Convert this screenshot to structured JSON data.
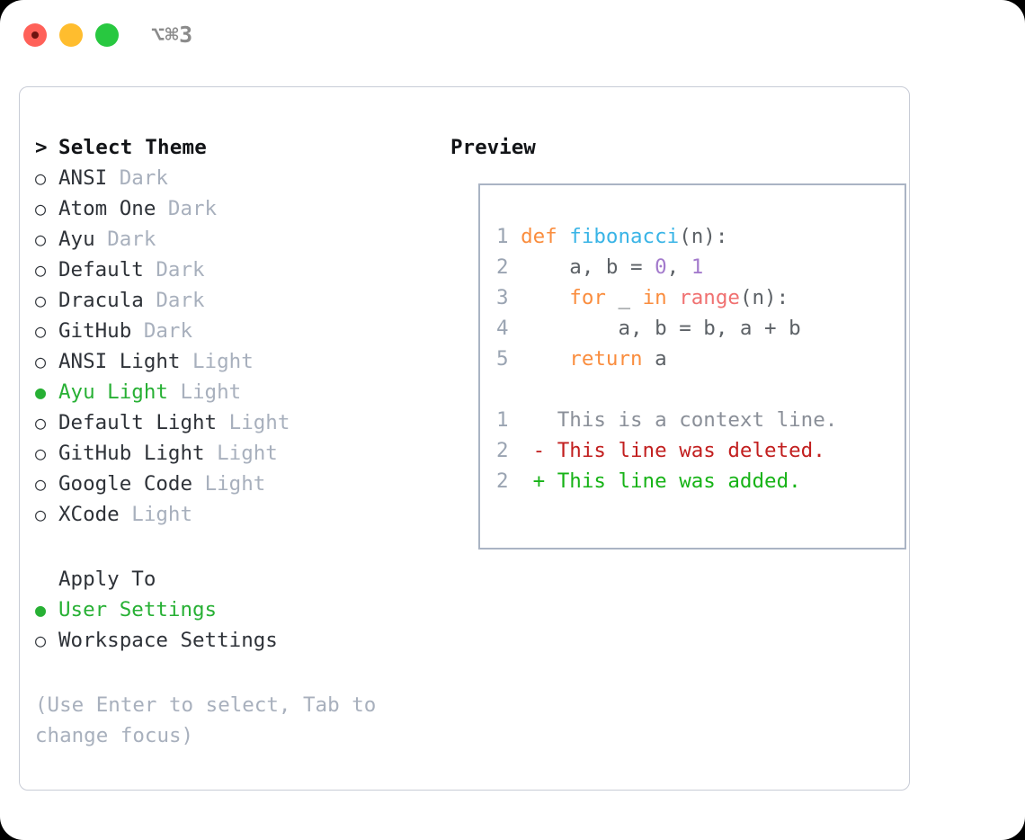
{
  "window": {
    "title": "⌥⌘3",
    "traffic_lights": [
      {
        "name": "close",
        "color": "#ff6159"
      },
      {
        "name": "minimize",
        "color": "#ffbd2e"
      },
      {
        "name": "maximize",
        "color": "#28c840"
      }
    ]
  },
  "colors": {
    "accent_green": "#27b034",
    "muted": "#a8b0bd",
    "panel_border": "#c8ccd6",
    "preview_border": "#aab4c4",
    "keyword": "#fa8d3e",
    "function": "#39b4e6",
    "number": "#a37acc",
    "builtin": "#f07171",
    "diff_add": "#17b317",
    "diff_del": "#c21f1f"
  },
  "theme_list": {
    "header_marker": ">",
    "header_label": "Select Theme",
    "items": [
      {
        "marker": "○",
        "name": "ANSI",
        "tag": "Dark",
        "selected": false
      },
      {
        "marker": "○",
        "name": "Atom One",
        "tag": "Dark",
        "selected": false
      },
      {
        "marker": "○",
        "name": "Ayu",
        "tag": "Dark",
        "selected": false
      },
      {
        "marker": "○",
        "name": "Default",
        "tag": "Dark",
        "selected": false
      },
      {
        "marker": "○",
        "name": "Dracula",
        "tag": "Dark",
        "selected": false
      },
      {
        "marker": "○",
        "name": "GitHub",
        "tag": "Dark",
        "selected": false
      },
      {
        "marker": "○",
        "name": "ANSI Light",
        "tag": "Light",
        "selected": false
      },
      {
        "marker": "●",
        "name": "Ayu Light",
        "tag": "Light",
        "selected": true
      },
      {
        "marker": "○",
        "name": "Default Light",
        "tag": "Light",
        "selected": false
      },
      {
        "marker": "○",
        "name": "GitHub Light",
        "tag": "Light",
        "selected": false
      },
      {
        "marker": "○",
        "name": "Google Code",
        "tag": "Light",
        "selected": false
      },
      {
        "marker": "○",
        "name": "XCode",
        "tag": "Light",
        "selected": false
      }
    ]
  },
  "apply_to": {
    "header_label": "Apply To",
    "items": [
      {
        "marker": "●",
        "name": "User Settings",
        "selected": true
      },
      {
        "marker": "○",
        "name": "Workspace Settings",
        "selected": false
      }
    ]
  },
  "hint": "(Use Enter to select, Tab to change focus)",
  "preview": {
    "title": "Preview",
    "code_lines": [
      {
        "num": "1",
        "tokens": [
          {
            "t": "def",
            "c": "kw"
          },
          {
            "t": " ",
            "c": "punct"
          },
          {
            "t": "fibonacci",
            "c": "fn"
          },
          {
            "t": "(n):",
            "c": "punct"
          }
        ]
      },
      {
        "num": "2",
        "tokens": [
          {
            "t": "    a, b = ",
            "c": "var"
          },
          {
            "t": "0",
            "c": "num"
          },
          {
            "t": ", ",
            "c": "var"
          },
          {
            "t": "1",
            "c": "num"
          }
        ]
      },
      {
        "num": "3",
        "tokens": [
          {
            "t": "    ",
            "c": "var"
          },
          {
            "t": "for",
            "c": "kw"
          },
          {
            "t": " _ ",
            "c": "var"
          },
          {
            "t": "in",
            "c": "kw"
          },
          {
            "t": " ",
            "c": "var"
          },
          {
            "t": "range",
            "c": "builtin"
          },
          {
            "t": "(n):",
            "c": "punct"
          }
        ]
      },
      {
        "num": "4",
        "tokens": [
          {
            "t": "        a, b = b, a + b",
            "c": "var"
          }
        ]
      },
      {
        "num": "5",
        "tokens": [
          {
            "t": "    ",
            "c": "var"
          },
          {
            "t": "return",
            "c": "kw"
          },
          {
            "t": " a",
            "c": "var"
          }
        ]
      }
    ],
    "diff_lines": [
      {
        "num": "1",
        "sign": " ",
        "text": "This is a context line.",
        "kind": "ctx"
      },
      {
        "num": "2",
        "sign": "-",
        "text": "This line was deleted.",
        "kind": "del"
      },
      {
        "num": "2",
        "sign": "+",
        "text": "This line was added.",
        "kind": "add"
      }
    ]
  }
}
